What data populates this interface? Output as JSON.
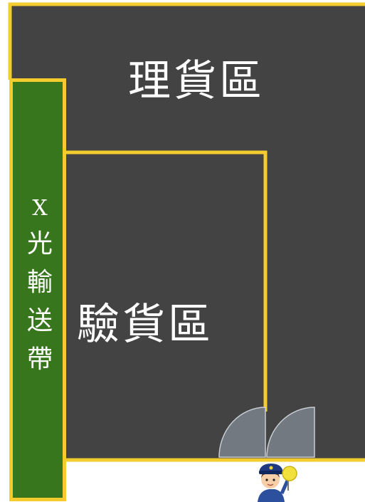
{
  "zones": {
    "sorting_area": "理貨區",
    "inspection_area": "驗貨區",
    "conveyor": [
      "X",
      "光",
      "輸",
      "送",
      "帶"
    ]
  },
  "icons": {
    "doors": "swing-door-icon",
    "guard": "security-guard-icon"
  },
  "colors": {
    "floor": "#434343",
    "wall": "#f5cc2e",
    "conveyor": "#38761d",
    "door": "#727981",
    "background": "#ffffff"
  }
}
